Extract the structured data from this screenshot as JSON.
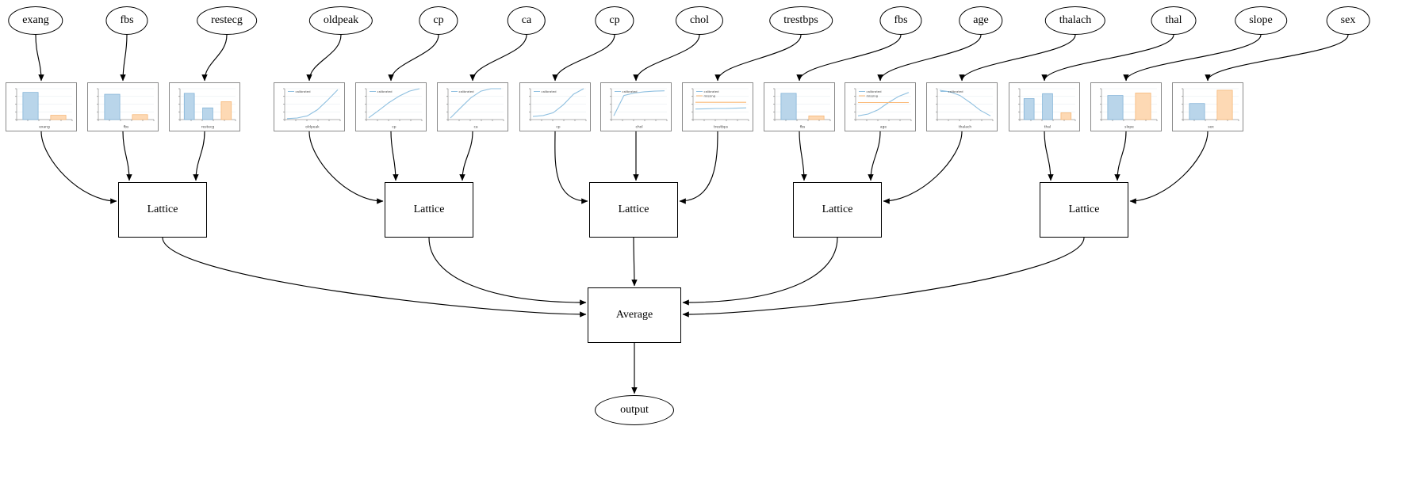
{
  "diagram": {
    "features": [
      {
        "name": "exang",
        "chart": {
          "type": "bar",
          "xlabel": "exang",
          "bars": [
            {
              "series": "calibrated",
              "value": 0.88
            },
            {
              "series": "missing",
              "value": 0.14
            }
          ]
        }
      },
      {
        "name": "fbs",
        "chart": {
          "type": "bar",
          "xlabel": "fbs",
          "bars": [
            {
              "series": "calibrated",
              "value": 0.82
            },
            {
              "series": "missing",
              "value": 0.16
            }
          ]
        }
      },
      {
        "name": "restecg",
        "chart": {
          "type": "bar",
          "xlabel": "restecg",
          "bars": [
            {
              "series": "calibrated",
              "value": 0.85
            },
            {
              "series": "calibrated",
              "value": 0.38
            },
            {
              "series": "missing",
              "value": 0.58
            }
          ]
        }
      },
      {
        "name": "oldpeak",
        "chart": {
          "type": "line",
          "xlabel": "oldpeak",
          "series": [
            {
              "name": "calibrated",
              "y": [
                0.03,
                0.05,
                0.12,
                0.32,
                0.63,
                0.97
              ]
            }
          ]
        }
      },
      {
        "name": "cp",
        "chart": {
          "type": "line",
          "xlabel": "cp",
          "series": [
            {
              "name": "calibrated",
              "y": [
                0.06,
                0.3,
                0.55,
                0.76,
                0.92,
                1.0
              ]
            }
          ]
        }
      },
      {
        "name": "ca",
        "chart": {
          "type": "line",
          "xlabel": "ca",
          "series": [
            {
              "name": "calibrated",
              "y": [
                0.05,
                0.38,
                0.7,
                0.92,
                1.0,
                1.0
              ]
            }
          ]
        }
      },
      {
        "name": "cp",
        "chart": {
          "type": "line",
          "xlabel": "cp",
          "series": [
            {
              "name": "calibrated",
              "y": [
                0.1,
                0.13,
                0.22,
                0.48,
                0.82,
                1.0
              ]
            }
          ]
        }
      },
      {
        "name": "chol",
        "chart": {
          "type": "line",
          "xlabel": "chol",
          "series": [
            {
              "name": "calibrated",
              "y": [
                0.12,
                0.78,
                0.86,
                0.9,
                0.92,
                0.93
              ]
            }
          ]
        }
      },
      {
        "name": "trestbps",
        "chart": {
          "type": "line",
          "xlabel": "trestbps",
          "series": [
            {
              "name": "calibrated",
              "y": [
                0.34,
                0.35,
                0.36,
                0.36,
                0.37,
                0.38
              ]
            },
            {
              "name": "missing",
              "y": [
                0.56,
                0.56,
                0.56,
                0.56,
                0.56,
                0.56
              ]
            }
          ]
        }
      },
      {
        "name": "fbs",
        "chart": {
          "type": "bar",
          "xlabel": "fbs",
          "bars": [
            {
              "series": "calibrated",
              "value": 0.85
            },
            {
              "series": "missing",
              "value": 0.12
            }
          ]
        }
      },
      {
        "name": "age",
        "chart": {
          "type": "line",
          "xlabel": "age",
          "series": [
            {
              "name": "calibrated",
              "y": [
                0.12,
                0.18,
                0.32,
                0.55,
                0.75,
                0.88
              ]
            },
            {
              "name": "missing",
              "y": [
                0.55,
                0.55,
                0.55,
                0.55,
                0.55,
                0.55
              ]
            }
          ]
        }
      },
      {
        "name": "thalach",
        "chart": {
          "type": "line",
          "xlabel": "thalach",
          "series": [
            {
              "name": "calibrated",
              "y": [
                0.95,
                0.9,
                0.78,
                0.55,
                0.3,
                0.12
              ]
            }
          ]
        }
      },
      {
        "name": "thal",
        "chart": {
          "type": "bar",
          "xlabel": "thal",
          "bars": [
            {
              "series": "calibrated",
              "value": 0.68
            },
            {
              "series": "calibrated",
              "value": 0.84
            },
            {
              "series": "missing",
              "value": 0.22
            }
          ]
        }
      },
      {
        "name": "slope",
        "chart": {
          "type": "bar",
          "xlabel": "slope",
          "bars": [
            {
              "series": "calibrated",
              "value": 0.78
            },
            {
              "series": "missing",
              "value": 0.86
            }
          ]
        }
      },
      {
        "name": "sex",
        "chart": {
          "type": "bar",
          "xlabel": "sex",
          "bars": [
            {
              "series": "calibrated",
              "value": 0.52
            },
            {
              "series": "missing",
              "value": 0.95
            }
          ]
        }
      }
    ],
    "groups": [
      [
        0,
        1,
        2
      ],
      [
        3,
        4,
        5
      ],
      [
        6,
        7,
        8
      ],
      [
        9,
        10,
        11
      ],
      [
        12,
        13,
        14
      ]
    ],
    "lattice_nodes": [
      {
        "label": "Lattice"
      },
      {
        "label": "Lattice"
      },
      {
        "label": "Lattice"
      },
      {
        "label": "Lattice"
      },
      {
        "label": "Lattice"
      }
    ],
    "average_node": {
      "label": "Average"
    },
    "output_node": {
      "label": "output"
    },
    "legend": {
      "calibrated": "calibrated",
      "missing": "missing"
    },
    "colors": {
      "blue_fill": "#b9d5ea",
      "blue_edge": "#7aadd4",
      "blue_line": "#8fc0e0",
      "orange_fill": "#fdd9b4",
      "orange_edge": "#f5b26e",
      "orange_line": "#fbb977",
      "edge_stroke": "#000000"
    }
  }
}
